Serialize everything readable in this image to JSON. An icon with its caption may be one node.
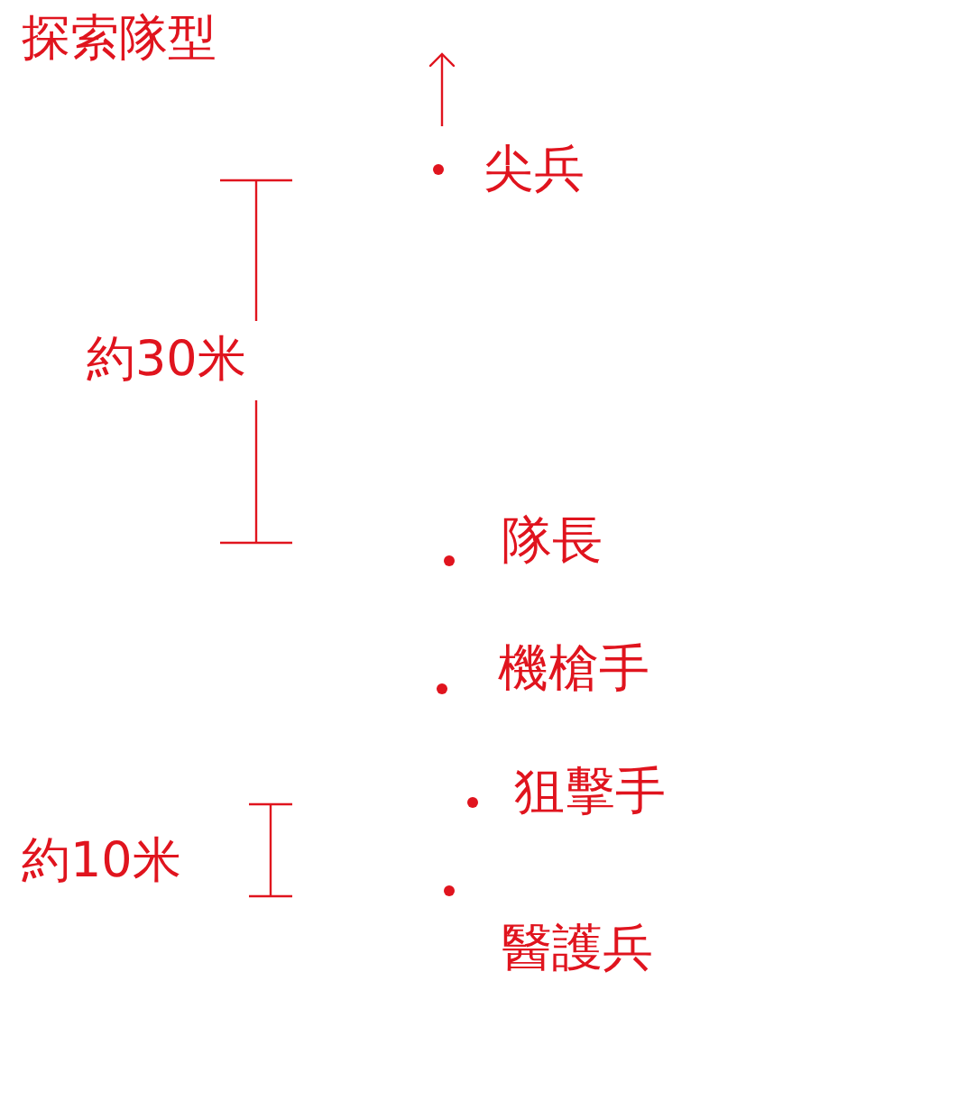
{
  "diagram": {
    "title": "探索隊型",
    "labels": [
      "尖兵",
      "約30米",
      "隊長",
      "機槍手",
      "狙擊手",
      "約10米",
      "醫護兵"
    ]
  }
}
